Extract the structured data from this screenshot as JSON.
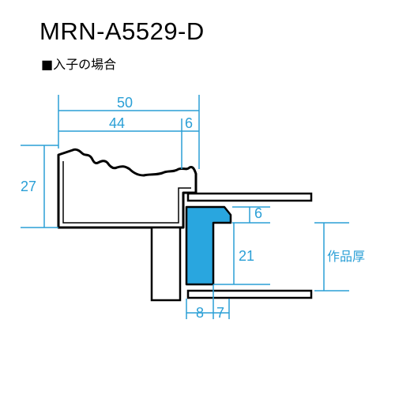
{
  "title": "MRN-A5529-D",
  "subtitle": "■入子の場合",
  "dimensions": {
    "total_width": "50",
    "inner_width": "44",
    "lip_width": "6",
    "height": "27",
    "spacer_top": "6",
    "spacer_height": "21",
    "bottom_left": "8",
    "bottom_right": "7",
    "artwork_thickness_label": "作品厚"
  },
  "colors": {
    "dimension": "#2a9fd6",
    "spacer_fill": "#29a6df",
    "outline": "#000000"
  }
}
